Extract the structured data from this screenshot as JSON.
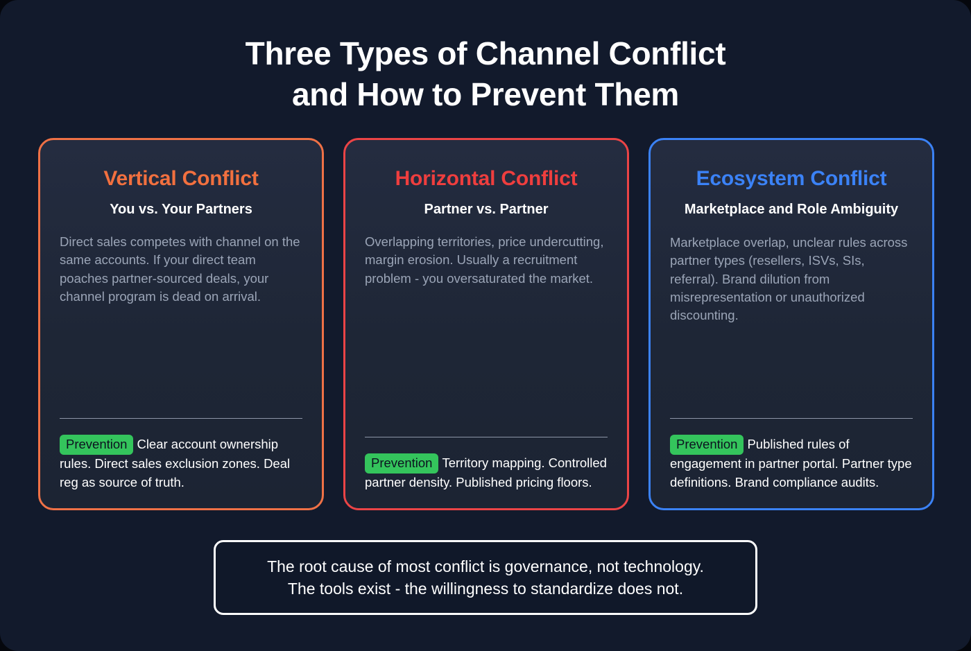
{
  "title": {
    "line1": "Three Types of Channel Conflict",
    "line2": "and How to Prevent Them"
  },
  "colors": {
    "page_background": "#121a2c",
    "card_background_top": "#242c40",
    "card_background_bottom": "#1c2433",
    "vertical_accent": "#f2703f",
    "horizontal_accent": "#ef3e3e",
    "ecosystem_accent": "#3b82f6",
    "prevention_badge": "#34c45c",
    "body_text": "#9ba5b7",
    "heading_text": "#ffffff"
  },
  "cards": [
    {
      "id": "vertical-conflict",
      "title": "Vertical Conflict",
      "subtitle": "You vs. Your Partners",
      "body": "Direct sales competes with channel on the same accounts. If your direct team poaches partner-sourced deals, your channel program is dead on arrival.",
      "prevention_label": "Prevention",
      "prevention_text": "Clear account ownership rules. Direct sales exclusion zones. Deal reg as source of truth."
    },
    {
      "id": "horizontal-conflict",
      "title": "Horizontal Conflict",
      "subtitle": "Partner vs. Partner",
      "body": "Overlapping territories, price undercutting, margin erosion. Usually a recruitment problem - you oversaturated the market.",
      "prevention_label": "Prevention",
      "prevention_text": "Territory mapping. Controlled partner density. Published pricing floors."
    },
    {
      "id": "ecosystem-conflict",
      "title": "Ecosystem Conflict",
      "subtitle": "Marketplace and Role Ambiguity",
      "body": "Marketplace overlap, unclear rules across partner types (resellers, ISVs, SIs, referral). Brand dilution from misrepresentation or unauthorized discounting.",
      "prevention_label": "Prevention",
      "prevention_text": "Published rules of engagement in partner portal. Partner type definitions. Brand compliance audits."
    }
  ],
  "footer": {
    "line1": "The root cause of most conflict is governance, not technology.",
    "line2": "The tools exist - the willingness to standardize does not."
  }
}
